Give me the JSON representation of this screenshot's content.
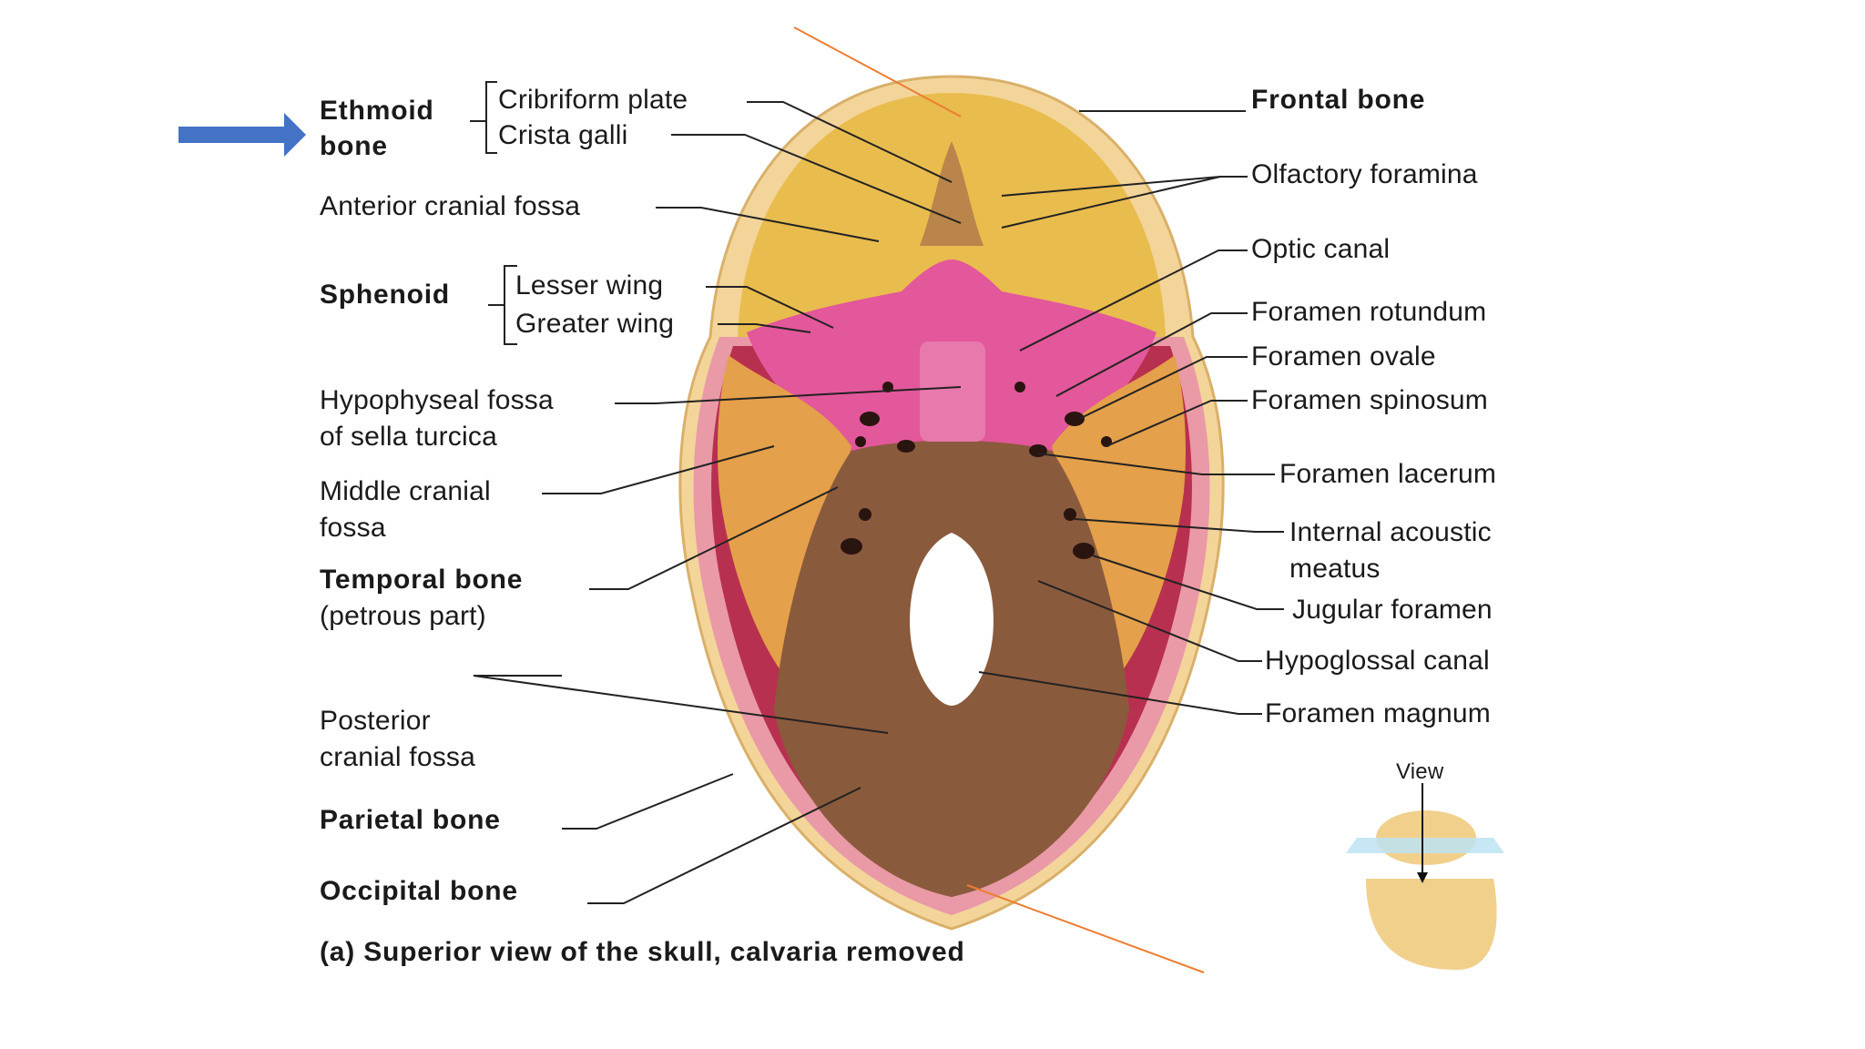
{
  "labels": {
    "ethmoid_1": "Ethmoid",
    "ethmoid_2": "bone",
    "cribriform": "Cribriform plate",
    "crista": "Crista galli",
    "anterior_fossa": "Anterior cranial fossa",
    "sphenoid": "Sphenoid",
    "lesser_wing": "Lesser wing",
    "greater_wing": "Greater wing",
    "hypophyseal_1": "Hypophyseal fossa",
    "hypophyseal_2": "of sella turcica",
    "middle_fossa_1": "Middle cranial",
    "middle_fossa_2": "fossa",
    "temporal_1": "Temporal bone",
    "temporal_2": "(petrous part)",
    "posterior_fossa_1": "Posterior",
    "posterior_fossa_2": "cranial fossa",
    "parietal": "Parietal bone",
    "occipital": "Occipital bone",
    "frontal": "Frontal bone",
    "olfactory": "Olfactory foramina",
    "optic": "Optic canal",
    "rotundum": "Foramen rotundum",
    "ovale": "Foramen ovale",
    "spinosum": "Foramen spinosum",
    "lacerum": "Foramen lacerum",
    "acoustic_1": "Internal acoustic",
    "acoustic_2": "meatus",
    "jugular": "Jugular foramen",
    "hypoglossal": "Hypoglossal canal",
    "magnum": "Foramen magnum",
    "view": "View"
  },
  "caption": "(a) Superior view of the skull, calvaria removed",
  "colors": {
    "arrow": "#4472C4",
    "annotation_line": "#ED7D31",
    "frontal_bone": "#E9BC4E",
    "sphenoid": "#E3579B",
    "temporal": "#E4A04A",
    "occipital": "#8A5A3C",
    "parietal": "#E99AA6",
    "leader": "#222222"
  }
}
